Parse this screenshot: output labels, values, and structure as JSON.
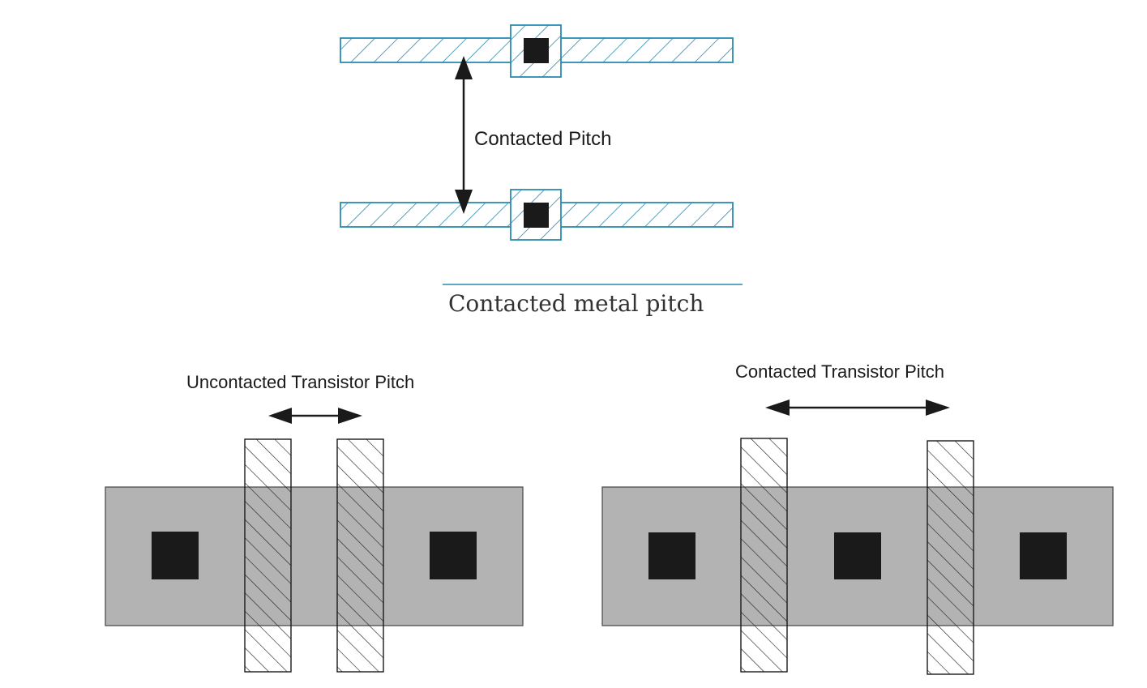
{
  "colors": {
    "metal_stroke": "#2a8ab0",
    "caption_rule": "#2a8ab0",
    "contact_fill": "#1a1a1a",
    "active_fill": "#b3b3b3",
    "active_stroke": "#444444",
    "gate_stroke": "#1a1a1a",
    "arrow": "#1a1a1a"
  },
  "metal_pitch": {
    "arrow_label": "Contacted Pitch",
    "caption": "Contacted metal pitch"
  },
  "uncontacted": {
    "label": "Uncontacted Transistor Pitch"
  },
  "contacted": {
    "label": "Contacted Transistor Pitch"
  }
}
